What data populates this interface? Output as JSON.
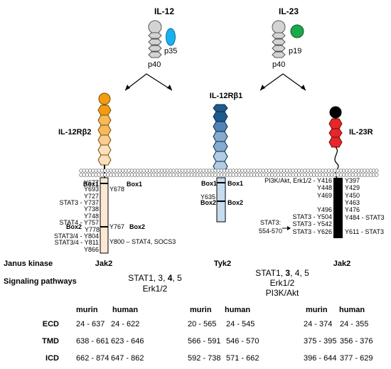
{
  "ligands": {
    "il12": {
      "name": "IL-12",
      "p35": "p35",
      "p40": "p40"
    },
    "il23": {
      "name": "IL-23",
      "p19": "p19",
      "p40": "p40"
    }
  },
  "receptors": {
    "il12rb2": {
      "name": "IL-12Rβ2",
      "box1_left": "Box1",
      "box1_right": "Box1",
      "box2_left": "Box2",
      "box2_right": "Box2",
      "left_labels": [
        "Y677",
        "Y693",
        "Y727",
        "STAT3 - Y737",
        "Y738",
        "Y748",
        "STAT4 - Y757",
        "Y778",
        "STAT3/4 - Y804",
        "STAT3/4 - Y811",
        "Y866"
      ],
      "right_labels": [
        "Y678",
        "Y767",
        "Y800 – STAT4, SOCS3"
      ],
      "colors": {
        "top": "#f39c12",
        "upper": "#f7b95a",
        "mid": "#f9cd8f",
        "lower": "#fbe0bd",
        "tail": "#fde9d3"
      }
    },
    "il12rb1": {
      "name": "IL-12Rβ1",
      "box1": "Box1",
      "box2_left": "Box2",
      "box2_right": "Box2",
      "labels": [
        "Y635"
      ],
      "colors": {
        "top": "#1f5a8c",
        "upper": "#4f84b5",
        "mid": "#86abd0",
        "lower": "#b3cce5",
        "tail": "#c7dbee"
      }
    },
    "il23r": {
      "name": "IL-23R",
      "left_labels": [
        "PI3K/Akt, Erk1/2 - Y416",
        "Y448",
        "Y469",
        "Y496",
        "STAT3 - Y504",
        "STAT3 - Y542",
        "STAT3 - Y626"
      ],
      "stat3_note": "STAT3:",
      "stat3_range": "554-570",
      "right_labels": [
        "Y397",
        "Y429",
        "Y450",
        "Y463",
        "Y476",
        "Y484 - STAT3",
        "Y611 - STAT3"
      ],
      "colors": {
        "top": "#000000",
        "hex": "#e8262a",
        "tail": "#000000"
      }
    }
  },
  "janus": {
    "label": "Janus kinase",
    "values": [
      "Jak2",
      "Tyk2",
      "Jak2"
    ]
  },
  "pathways": {
    "label": "Signaling pathways",
    "il12rb2": {
      "line1_pre": "STAT1, 3, ",
      "line1_bold": "4",
      "line1_post": ", 5",
      "line2": "Erk1/2"
    },
    "il12rb1": {
      "line1_pre": "STAT1, ",
      "line1_bold": "3",
      "line1_post": ", 4, 5",
      "line2": "Erk1/2",
      "line3": "PI3K/Akt"
    }
  },
  "table": {
    "columns": [
      "murin",
      "human",
      "murin",
      "human",
      "murin",
      "human"
    ],
    "rows": [
      {
        "label": "ECD",
        "values": [
          "24 - 637",
          "24 - 622",
          "20 - 565",
          "24 - 545",
          "24 - 374",
          "24 - 355"
        ]
      },
      {
        "label": "TMD",
        "values": [
          "638 - 661",
          "623 - 646",
          "566 - 591",
          "546 - 570",
          "375 - 395",
          "356 - 376"
        ]
      },
      {
        "label": "ICD",
        "values": [
          "662 - 874",
          "647 - 862",
          "592 - 738",
          "571 - 662",
          "396 - 644",
          "377 - 629"
        ]
      }
    ]
  }
}
